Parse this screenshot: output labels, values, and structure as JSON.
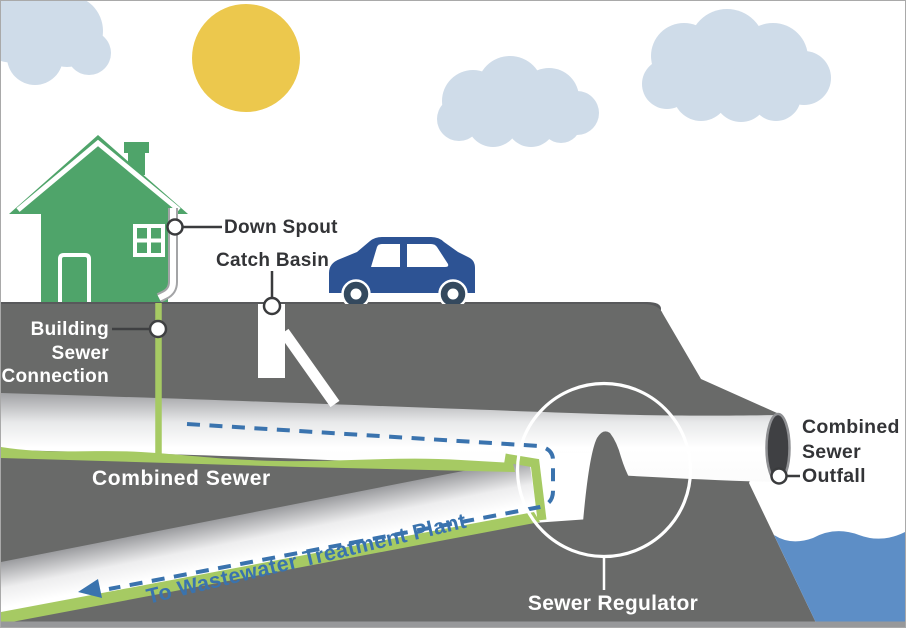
{
  "labels": {
    "down_spout": "Down Spout",
    "catch_basin": "Catch Basin",
    "building_sewer_connection": {
      "line1": "Building",
      "line2": "Sewer",
      "line3": "Connection"
    },
    "combined_sewer": "Combined Sewer",
    "to_wastewater_treatment_plant": "To Wastewater Treatment Plant",
    "sewer_regulator": "Sewer Regulator",
    "combined_sewer_outfall": {
      "line1": "Combined",
      "line2": "Sewer",
      "line3": "Outfall"
    }
  },
  "colors": {
    "house_green": "#4fa46a",
    "pipe_green": "#a6ca63",
    "car_blue": "#2d5394",
    "wheel_navy": "#34495e",
    "water_blue": "#5d8ec6",
    "flow_dash_blue": "#3a73ae",
    "sun_yellow": "#ecc84d",
    "cloud_blue_gray": "#cfdce9",
    "ground_gray": "#696a69",
    "street_gray": "#58595b",
    "label_dark": "#333437",
    "label_white": "#ffffff"
  }
}
